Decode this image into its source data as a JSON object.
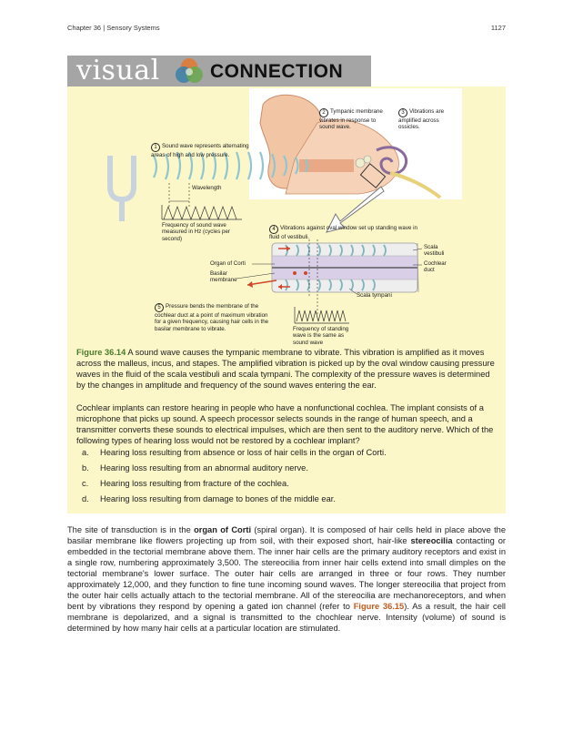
{
  "header": {
    "chapter": "Chapter 36 | Sensory Systems",
    "page_number": "1127"
  },
  "banner": {
    "word1": "visual",
    "word2": "CONNECTION"
  },
  "figure": {
    "label1": "Sound wave represents alternating areas of high and low pressure.",
    "label_wavelength": "Wavelength",
    "label_frequency": "Frequency of sound wave measured in Hz (cycles per second)",
    "label2": "Tympanic membrane vibrates in response to sound wave.",
    "label3": "Vibrations are amplified across ossicles.",
    "label4": "Vibrations against oval window set up standing wave in fluid of vestibuli.",
    "label_scala_vestibuli": "Scala vestibuli",
    "label_cochlear_duct": "Cochlear duct",
    "label_organ_corti": "Organ of Corti",
    "label_basilar": "Basilar membrane",
    "label_scala_tympani": "Scala tympani",
    "label5": "Pressure bends the membrane of the cochlear duct at a point of maximum vibration for a given frequency, causing hair cells in the basilar membrane to vibrate.",
    "label_standing": "Frequency of standing wave is the same as sound wave",
    "n1": "1",
    "n2": "2",
    "n3": "3",
    "n4": "4",
    "n5": "5"
  },
  "caption": {
    "number": "Figure 36.14",
    "text": " A sound wave causes the tympanic membrane to vibrate. This vibration is amplified as it moves across the malleus, incus, and stapes. The amplified vibration is picked up by the oval window causing pressure waves in the fluid of the scala vestibuli and scala tympani. The complexity of the pressure waves is determined by the changes in amplitude and frequency of the sound waves entering the ear."
  },
  "question": "Cochlear implants can restore hearing in people who have a nonfunctional cochlea. The implant consists of a microphone that picks up sound. A speech processor selects sounds in the range of human speech, and a transmitter converts these sounds to electrical impulses, which are then sent to the auditory nerve. Which of the following types of hearing loss would not be restored by a cochlear implant?",
  "options": [
    {
      "letter": "a.",
      "text": "Hearing loss resulting from absence or loss of hair cells in the organ of Corti."
    },
    {
      "letter": "b.",
      "text": "Hearing loss resulting from an abnormal auditory nerve."
    },
    {
      "letter": "c.",
      "text": "Hearing loss resulting from fracture of the cochlea."
    },
    {
      "letter": "d.",
      "text": "Hearing loss resulting from damage to bones of the middle ear."
    }
  ],
  "body": {
    "p1": "The site of transduction is in the ",
    "term1": "organ of Corti",
    "p2": " (spiral organ). It is composed of hair cells held in place above the basilar membrane like flowers projecting up from soil, with their exposed short, hair-like ",
    "term2": "stereocilia",
    "p3": " contacting or embedded in the tectorial membrane above them. The inner hair cells are the primary auditory receptors and exist in a single row, numbering approximately 3,500. The stereocilia from inner hair cells extend into small dimples on the tectorial membrane's lower surface. The outer hair cells are arranged in three or four rows. They number approximately 12,000, and they function to fine tune incoming sound waves. The longer stereocilia that project from the outer hair cells actually attach to the tectorial membrane. All of the stereocilia are mechanoreceptors, and when bent by vibrations they respond by opening a gated ion channel (refer to ",
    "link": "Figure 36.15",
    "p4": "). As a result, the hair cell membrane is depolarized, and a signal is transmitted to the chochlear nerve. Intensity (volume) of sound is determined by how many hair cells at a particular location are stimulated."
  },
  "colors": {
    "banner_bg": "#a5a5a5",
    "box_bg": "#fbf7c8",
    "caption_accent": "#4b7a2b",
    "link": "#c45a1e"
  }
}
